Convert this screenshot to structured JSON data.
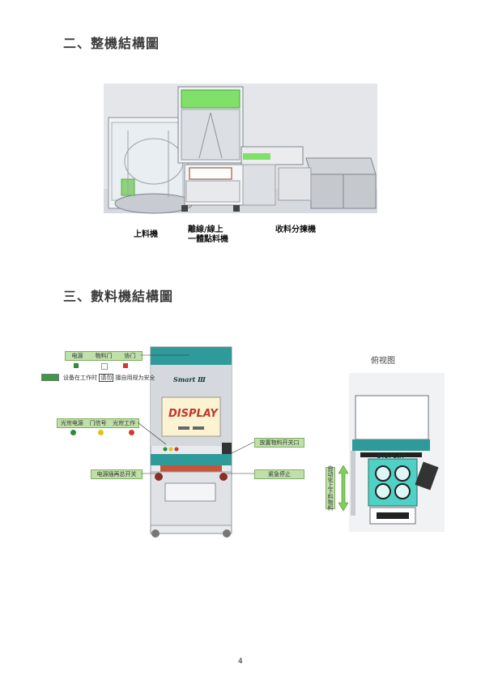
{
  "section2": {
    "heading": "二、整機結構圖"
  },
  "assembly_labels": {
    "loader": "上料機",
    "offline_line1": "離線/線上",
    "offline_line2": "一體點料機",
    "sorter": "收料分揀機"
  },
  "section3": {
    "heading": "三、數料機結構圖"
  },
  "counter_machine": {
    "top_labels": [
      "电源",
      "物料门",
      "协门"
    ],
    "safety_note_prefix": "设备在工作时",
    "safety_note_boxed": "请勿",
    "safety_note_suffix": "擅自用规为安全",
    "indicator_labels": [
      "光帘电源",
      "门信号",
      "光帘工作"
    ],
    "brand": "Smart Ⅲ",
    "screen_text": "DISPLAY",
    "callout_power": "电源插再总开关",
    "callout_door": "放置物料开关口",
    "callout_estop": "紧急停止",
    "top_view_title": "俯视图",
    "top_view_screen": "DISPLAY",
    "top_view_side": "自动化上下料物料"
  },
  "page_number": "4"
}
